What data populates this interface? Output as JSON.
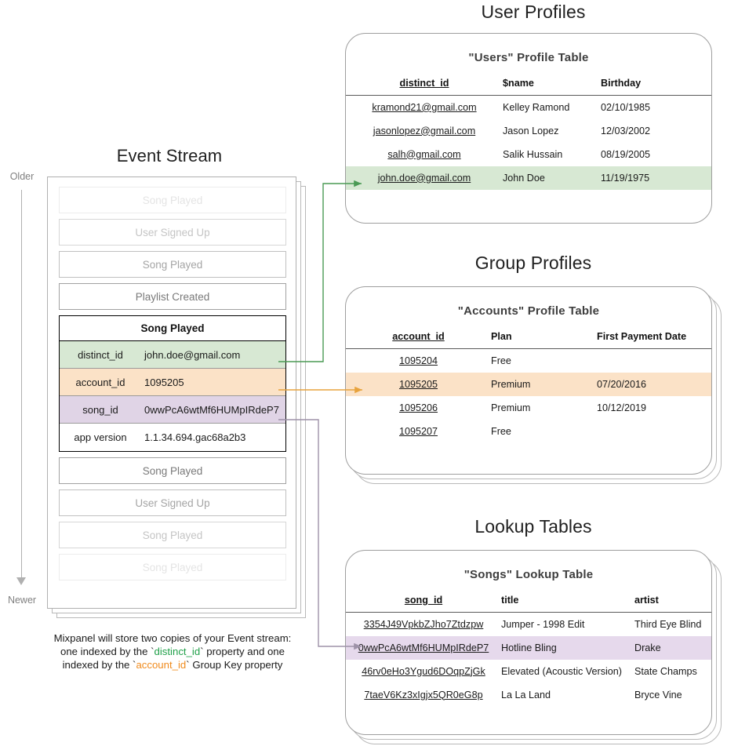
{
  "sections": {
    "user_profiles_title": "User Profiles",
    "group_profiles_title": "Group Profiles",
    "lookup_tables_title": "Lookup Tables",
    "event_stream_title": "Event Stream"
  },
  "time_axis": {
    "older_label": "Older",
    "newer_label": "Newer"
  },
  "event_stream": {
    "events_before": [
      {
        "name": "Song Played",
        "fade": "f1"
      },
      {
        "name": "User Signed Up",
        "fade": "f2"
      },
      {
        "name": "Song Played",
        "fade": "f3"
      },
      {
        "name": "Playlist Created",
        "fade": "f4"
      }
    ],
    "expanded_event": {
      "name": "Song Played",
      "properties": [
        {
          "key": "distinct_id",
          "value": "john.doe@gmail.com",
          "highlight": "green"
        },
        {
          "key": "account_id",
          "value": "1095205",
          "highlight": "orange"
        },
        {
          "key": "song_id",
          "value": "0wwPcA6wtMf6HUMpIRdeP7",
          "highlight": "purple"
        },
        {
          "key": "app version",
          "value": "1.1.34.694.gac68a2b3",
          "highlight": "none"
        }
      ]
    },
    "events_after": [
      {
        "name": "Song Played",
        "fade": "f4"
      },
      {
        "name": "User Signed Up",
        "fade": "f3"
      },
      {
        "name": "Song Played",
        "fade": "f2"
      },
      {
        "name": "Song Played",
        "fade": "f1"
      }
    ]
  },
  "caption": {
    "line1": "Mixpanel will store two copies of your Event stream:",
    "line2_pre": "one indexed by the ",
    "line2_kw": "distinct_id",
    "line2_post": " property and one",
    "line3_pre": "indexed by the ",
    "line3_kw": "account_id",
    "line3_post": " Group Key property"
  },
  "users_table": {
    "title": "\"Users\" Profile Table",
    "columns": [
      "distinct_id",
      "$name",
      "Birthday"
    ],
    "rows": [
      {
        "cells": [
          "kramond21@gmail.com",
          "Kelley Ramond",
          "02/10/1985"
        ],
        "highlight": "none"
      },
      {
        "cells": [
          "jasonlopez@gmail.com",
          "Jason Lopez",
          "12/03/2002"
        ],
        "highlight": "none"
      },
      {
        "cells": [
          "salh@gmail.com",
          "Salik Hussain",
          "08/19/2005"
        ],
        "highlight": "none"
      },
      {
        "cells": [
          "john.doe@gmail.com",
          "John Doe",
          "11/19/1975"
        ],
        "highlight": "green"
      }
    ]
  },
  "accounts_table": {
    "title": "\"Accounts\" Profile Table",
    "columns": [
      "account_id",
      "Plan",
      "First Payment Date"
    ],
    "rows": [
      {
        "cells": [
          "1095204",
          "Free",
          ""
        ],
        "highlight": "none"
      },
      {
        "cells": [
          "1095205",
          "Premium",
          "07/20/2016"
        ],
        "highlight": "orange"
      },
      {
        "cells": [
          "1095206",
          "Premium",
          "10/12/2019"
        ],
        "highlight": "none"
      },
      {
        "cells": [
          "1095207",
          "Free",
          ""
        ],
        "highlight": "none"
      }
    ]
  },
  "songs_table": {
    "title": "\"Songs\" Lookup Table",
    "columns": [
      "song_id",
      "title",
      "artist"
    ],
    "rows": [
      {
        "cells": [
          "3354J49VpkbZJho7Ztdzpw",
          "Jumper - 1998 Edit",
          "Third Eye Blind"
        ],
        "highlight": "none"
      },
      {
        "cells": [
          "0wwPcA6wtMf6HUMpIRdeP7",
          "Hotline Bling",
          "Drake"
        ],
        "highlight": "purple"
      },
      {
        "cells": [
          "46rv0eHo3Ygud6DOqpZjGk",
          "Elevated (Acoustic Version)",
          "State Champs"
        ],
        "highlight": "none"
      },
      {
        "cells": [
          "7taeV6Kz3xIgjx5QR0eG8p",
          "La La Land",
          "Bryce Vine"
        ],
        "highlight": "none"
      }
    ]
  },
  "colors": {
    "green": "#d7e8d3",
    "orange": "#fbe2c7",
    "purple": "#e6d9ec",
    "green_connector": "#4a9a54",
    "orange_connector": "#e8a33d",
    "purple_connector": "#b9a8c4",
    "green_keyword": "#21a04a",
    "orange_keyword": "#f08b1d"
  }
}
